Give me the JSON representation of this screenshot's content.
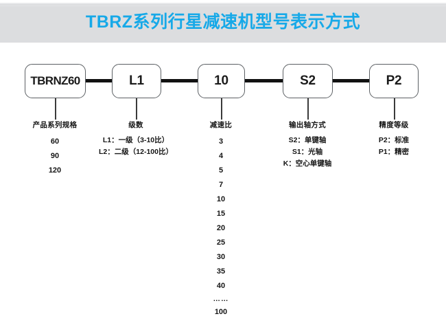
{
  "header": {
    "title": "TBRZ系列行星减速机型号表示方式",
    "title_color": "#17a9e8",
    "band_color": "#dcdddf"
  },
  "diagram": {
    "nodes": [
      {
        "id": "series",
        "label": "TBRNZ60"
      },
      {
        "id": "stages",
        "label": "L1"
      },
      {
        "id": "ratio",
        "label": "10"
      },
      {
        "id": "shaft",
        "label": "S2"
      },
      {
        "id": "precision",
        "label": "P2"
      }
    ],
    "columns": [
      {
        "id": "series-spec",
        "head": "产品系列规格",
        "items": [
          "60",
          "90",
          "120"
        ],
        "style": "num"
      },
      {
        "id": "stage-count",
        "head": "级数",
        "items": [
          "L1：一级（3-10比）",
          "L2：二级（12-100比）"
        ],
        "style": "text"
      },
      {
        "id": "reduction-ratio",
        "head": "减速比",
        "items": [
          "3",
          "4",
          "5",
          "7",
          "10",
          "15",
          "20",
          "25",
          "30",
          "35",
          "40",
          "……",
          "100"
        ],
        "style": "num"
      },
      {
        "id": "output-shaft",
        "head": "输出轴方式",
        "items": [
          "S2：单键轴",
          "S1：光轴",
          "K：空心单键轴"
        ],
        "style": "text"
      },
      {
        "id": "precision-grade",
        "head": "精度等级",
        "items": [
          "P2：标准",
          "P1：精密"
        ],
        "style": "text"
      }
    ]
  }
}
